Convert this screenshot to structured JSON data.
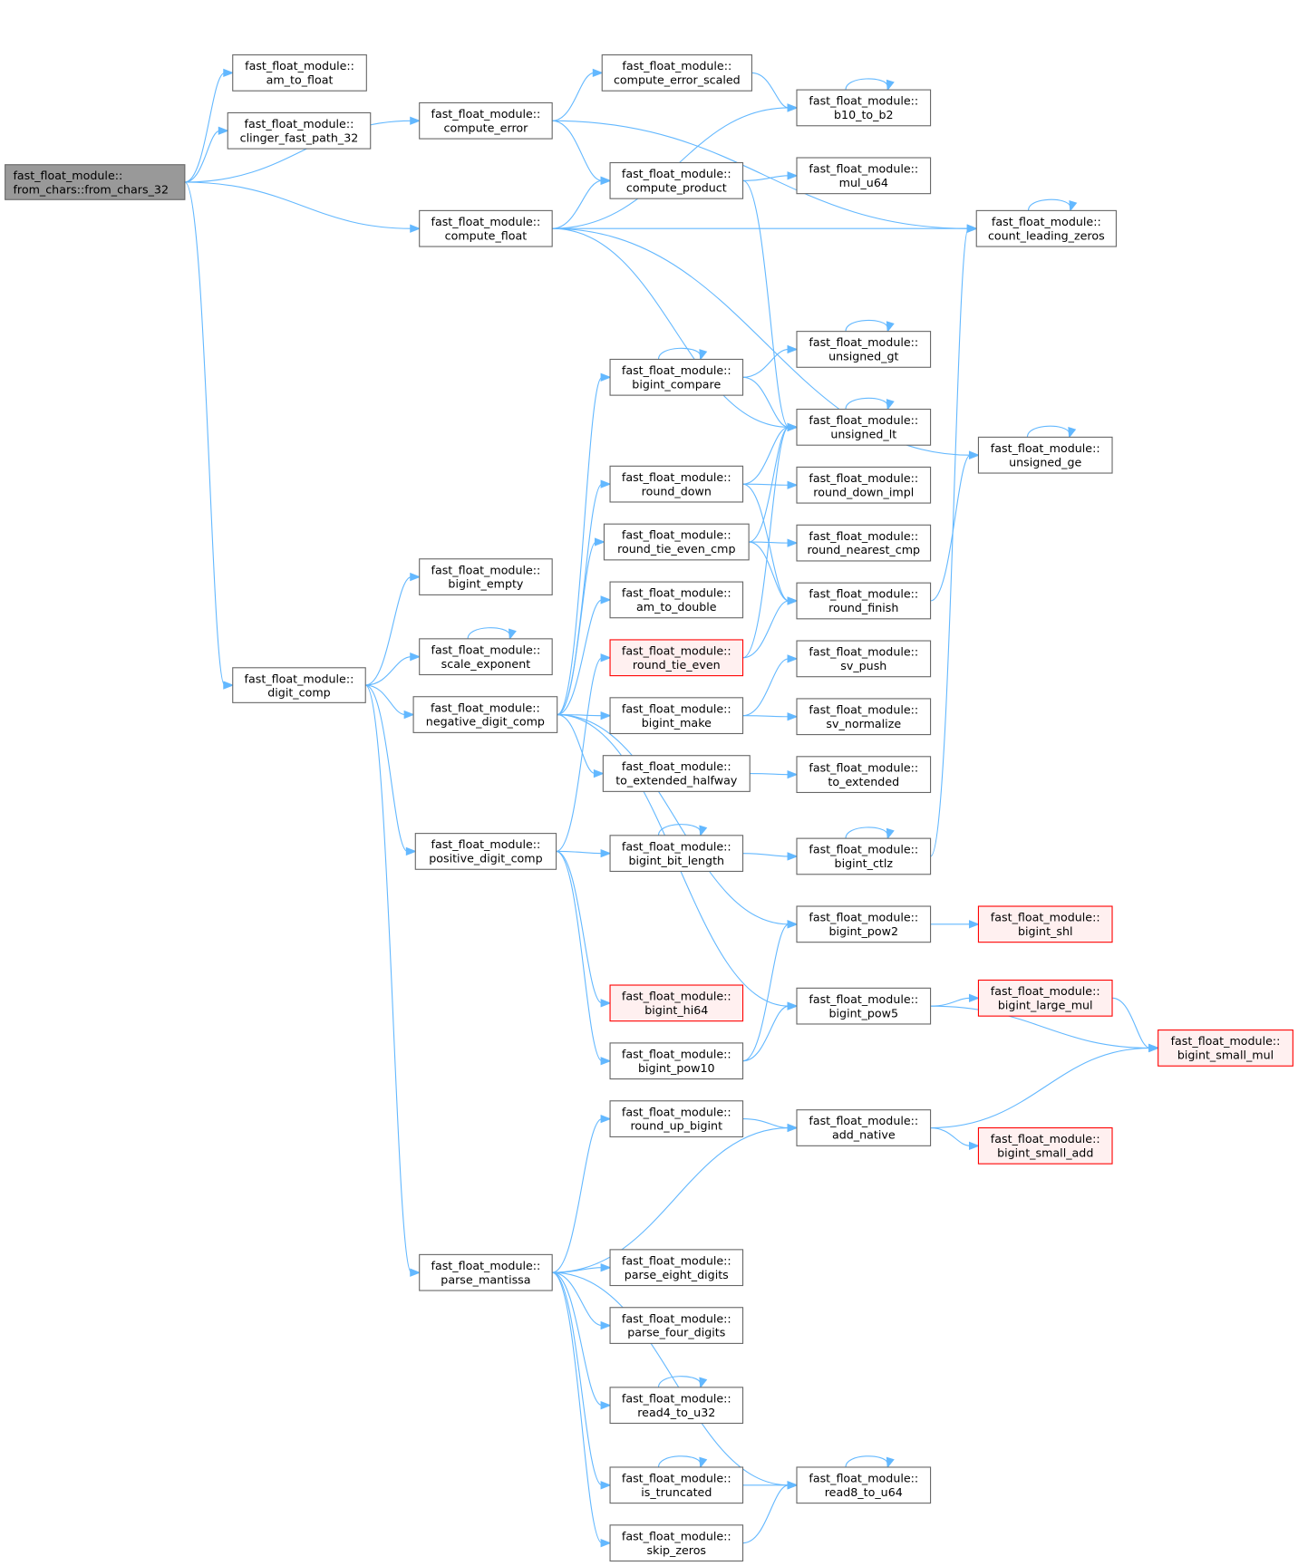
{
  "colors": {
    "edge": "#63b8ff",
    "root_fill": "#999999",
    "node_border": "#666666",
    "highlight_border": "#ff0000",
    "highlight_fill": "#fff0f0"
  },
  "nodes": [
    {
      "id": "from_chars_32",
      "l1": "fast_float_module::",
      "l2": "from_chars::from_chars_32",
      "style": "root"
    },
    {
      "id": "am_to_float",
      "l1": "fast_float_module::",
      "l2": "am_to_float"
    },
    {
      "id": "clinger_fast_path_32",
      "l1": "fast_float_module::",
      "l2": "clinger_fast_path_32"
    },
    {
      "id": "digit_comp",
      "l1": "fast_float_module::",
      "l2": "digit_comp"
    },
    {
      "id": "compute_error",
      "l1": "fast_float_module::",
      "l2": "compute_error"
    },
    {
      "id": "compute_float",
      "l1": "fast_float_module::",
      "l2": "compute_float"
    },
    {
      "id": "bigint_empty",
      "l1": "fast_float_module::",
      "l2": "bigint_empty"
    },
    {
      "id": "scale_exponent",
      "l1": "fast_float_module::",
      "l2": "scale_exponent"
    },
    {
      "id": "negative_digit_comp",
      "l1": "fast_float_module::",
      "l2": "negative_digit_comp"
    },
    {
      "id": "positive_digit_comp",
      "l1": "fast_float_module::",
      "l2": "positive_digit_comp"
    },
    {
      "id": "parse_mantissa",
      "l1": "fast_float_module::",
      "l2": "parse_mantissa"
    },
    {
      "id": "compute_error_scaled",
      "l1": "fast_float_module::",
      "l2": "compute_error_scaled"
    },
    {
      "id": "compute_product",
      "l1": "fast_float_module::",
      "l2": "compute_product"
    },
    {
      "id": "bigint_compare",
      "l1": "fast_float_module::",
      "l2": "bigint_compare"
    },
    {
      "id": "round_down",
      "l1": "fast_float_module::",
      "l2": "round_down"
    },
    {
      "id": "round_tie_even_cmp",
      "l1": "fast_float_module::",
      "l2": "round_tie_even_cmp"
    },
    {
      "id": "am_to_double",
      "l1": "fast_float_module::",
      "l2": "am_to_double"
    },
    {
      "id": "round_tie_even",
      "l1": "fast_float_module::",
      "l2": "round_tie_even",
      "style": "red"
    },
    {
      "id": "bigint_make",
      "l1": "fast_float_module::",
      "l2": "bigint_make"
    },
    {
      "id": "to_extended_halfway",
      "l1": "fast_float_module::",
      "l2": "to_extended_halfway"
    },
    {
      "id": "bigint_bit_length",
      "l1": "fast_float_module::",
      "l2": "bigint_bit_length"
    },
    {
      "id": "bigint_hi64",
      "l1": "fast_float_module::",
      "l2": "bigint_hi64",
      "style": "red"
    },
    {
      "id": "bigint_pow10",
      "l1": "fast_float_module::",
      "l2": "bigint_pow10"
    },
    {
      "id": "round_up_bigint",
      "l1": "fast_float_module::",
      "l2": "round_up_bigint"
    },
    {
      "id": "parse_eight_digits",
      "l1": "fast_float_module::",
      "l2": "parse_eight_digits"
    },
    {
      "id": "parse_four_digits",
      "l1": "fast_float_module::",
      "l2": "parse_four_digits"
    },
    {
      "id": "read4_to_u32",
      "l1": "fast_float_module::",
      "l2": "read4_to_u32"
    },
    {
      "id": "is_truncated",
      "l1": "fast_float_module::",
      "l2": "is_truncated"
    },
    {
      "id": "skip_zeros",
      "l1": "fast_float_module::",
      "l2": "skip_zeros"
    },
    {
      "id": "b10_to_b2",
      "l1": "fast_float_module::",
      "l2": "b10_to_b2"
    },
    {
      "id": "mul_u64",
      "l1": "fast_float_module::",
      "l2": "mul_u64"
    },
    {
      "id": "unsigned_gt",
      "l1": "fast_float_module::",
      "l2": "unsigned_gt"
    },
    {
      "id": "unsigned_lt",
      "l1": "fast_float_module::",
      "l2": "unsigned_lt"
    },
    {
      "id": "round_down_impl",
      "l1": "fast_float_module::",
      "l2": "round_down_impl"
    },
    {
      "id": "round_nearest_cmp",
      "l1": "fast_float_module::",
      "l2": "round_nearest_cmp"
    },
    {
      "id": "round_finish",
      "l1": "fast_float_module::",
      "l2": "round_finish"
    },
    {
      "id": "sv_push",
      "l1": "fast_float_module::",
      "l2": "sv_push"
    },
    {
      "id": "sv_normalize",
      "l1": "fast_float_module::",
      "l2": "sv_normalize"
    },
    {
      "id": "to_extended",
      "l1": "fast_float_module::",
      "l2": "to_extended"
    },
    {
      "id": "bigint_ctlz",
      "l1": "fast_float_module::",
      "l2": "bigint_ctlz"
    },
    {
      "id": "bigint_pow2",
      "l1": "fast_float_module::",
      "l2": "bigint_pow2"
    },
    {
      "id": "bigint_pow5",
      "l1": "fast_float_module::",
      "l2": "bigint_pow5"
    },
    {
      "id": "add_native",
      "l1": "fast_float_module::",
      "l2": "add_native"
    },
    {
      "id": "read8_to_u64",
      "l1": "fast_float_module::",
      "l2": "read8_to_u64"
    },
    {
      "id": "count_leading_zeros",
      "l1": "fast_float_module::",
      "l2": "count_leading_zeros"
    },
    {
      "id": "unsigned_ge",
      "l1": "fast_float_module::",
      "l2": "unsigned_ge"
    },
    {
      "id": "bigint_shl",
      "l1": "fast_float_module::",
      "l2": "bigint_shl",
      "style": "red"
    },
    {
      "id": "bigint_large_mul",
      "l1": "fast_float_module::",
      "l2": "bigint_large_mul",
      "style": "red"
    },
    {
      "id": "bigint_small_add",
      "l1": "fast_float_module::",
      "l2": "bigint_small_add",
      "style": "red"
    },
    {
      "id": "bigint_small_mul",
      "l1": "fast_float_module::",
      "l2": "bigint_small_mul",
      "style": "red"
    }
  ],
  "edges": [
    [
      "from_chars_32",
      "am_to_float"
    ],
    [
      "from_chars_32",
      "clinger_fast_path_32"
    ],
    [
      "from_chars_32",
      "compute_error"
    ],
    [
      "from_chars_32",
      "compute_float"
    ],
    [
      "from_chars_32",
      "digit_comp"
    ],
    [
      "compute_error",
      "compute_error_scaled"
    ],
    [
      "compute_error",
      "compute_product"
    ],
    [
      "compute_error",
      "count_leading_zeros"
    ],
    [
      "compute_error_scaled",
      "b10_to_b2"
    ],
    [
      "compute_float",
      "compute_product"
    ],
    [
      "compute_float",
      "b10_to_b2"
    ],
    [
      "compute_float",
      "count_leading_zeros"
    ],
    [
      "compute_float",
      "unsigned_ge"
    ],
    [
      "compute_float",
      "unsigned_lt"
    ],
    [
      "compute_product",
      "mul_u64"
    ],
    [
      "compute_product",
      "unsigned_lt"
    ],
    [
      "count_leading_zeros",
      "count_leading_zeros"
    ],
    [
      "b10_to_b2",
      "b10_to_b2"
    ],
    [
      "digit_comp",
      "bigint_empty"
    ],
    [
      "digit_comp",
      "scale_exponent"
    ],
    [
      "digit_comp",
      "negative_digit_comp"
    ],
    [
      "digit_comp",
      "positive_digit_comp"
    ],
    [
      "digit_comp",
      "parse_mantissa"
    ],
    [
      "scale_exponent",
      "scale_exponent"
    ],
    [
      "negative_digit_comp",
      "bigint_compare"
    ],
    [
      "negative_digit_comp",
      "round_down"
    ],
    [
      "negative_digit_comp",
      "round_tie_even_cmp"
    ],
    [
      "negative_digit_comp",
      "am_to_double"
    ],
    [
      "negative_digit_comp",
      "bigint_make"
    ],
    [
      "negative_digit_comp",
      "to_extended_halfway"
    ],
    [
      "negative_digit_comp",
      "bigint_pow2"
    ],
    [
      "negative_digit_comp",
      "bigint_pow5"
    ],
    [
      "bigint_compare",
      "bigint_compare"
    ],
    [
      "bigint_compare",
      "unsigned_gt"
    ],
    [
      "bigint_compare",
      "unsigned_lt"
    ],
    [
      "unsigned_gt",
      "unsigned_gt"
    ],
    [
      "unsigned_lt",
      "unsigned_lt"
    ],
    [
      "unsigned_ge",
      "unsigned_ge"
    ],
    [
      "round_down",
      "unsigned_lt"
    ],
    [
      "round_down",
      "round_down_impl"
    ],
    [
      "round_down",
      "round_finish"
    ],
    [
      "round_tie_even_cmp",
      "unsigned_lt"
    ],
    [
      "round_tie_even_cmp",
      "round_nearest_cmp"
    ],
    [
      "round_tie_even_cmp",
      "round_finish"
    ],
    [
      "round_tie_even",
      "unsigned_lt"
    ],
    [
      "round_tie_even",
      "round_finish"
    ],
    [
      "round_finish",
      "unsigned_ge"
    ],
    [
      "bigint_make",
      "sv_push"
    ],
    [
      "bigint_make",
      "sv_normalize"
    ],
    [
      "to_extended_halfway",
      "to_extended"
    ],
    [
      "positive_digit_comp",
      "round_tie_even"
    ],
    [
      "positive_digit_comp",
      "bigint_bit_length"
    ],
    [
      "positive_digit_comp",
      "bigint_hi64"
    ],
    [
      "positive_digit_comp",
      "bigint_pow10"
    ],
    [
      "bigint_bit_length",
      "bigint_bit_length"
    ],
    [
      "bigint_bit_length",
      "bigint_ctlz"
    ],
    [
      "bigint_ctlz",
      "bigint_ctlz"
    ],
    [
      "bigint_ctlz",
      "count_leading_zeros"
    ],
    [
      "bigint_pow2",
      "bigint_shl"
    ],
    [
      "bigint_pow10",
      "bigint_pow2"
    ],
    [
      "bigint_pow10",
      "bigint_pow5"
    ],
    [
      "bigint_pow5",
      "bigint_large_mul"
    ],
    [
      "bigint_pow5",
      "bigint_small_mul"
    ],
    [
      "bigint_large_mul",
      "bigint_small_mul"
    ],
    [
      "round_up_bigint",
      "add_native"
    ],
    [
      "add_native",
      "bigint_small_mul"
    ],
    [
      "add_native",
      "bigint_small_add"
    ],
    [
      "parse_mantissa",
      "round_up_bigint"
    ],
    [
      "parse_mantissa",
      "add_native"
    ],
    [
      "parse_mantissa",
      "read8_to_u64"
    ],
    [
      "parse_mantissa",
      "parse_eight_digits"
    ],
    [
      "parse_mantissa",
      "parse_four_digits"
    ],
    [
      "parse_mantissa",
      "read4_to_u32"
    ],
    [
      "parse_mantissa",
      "is_truncated"
    ],
    [
      "parse_mantissa",
      "skip_zeros"
    ],
    [
      "read4_to_u32",
      "read4_to_u32"
    ],
    [
      "is_truncated",
      "is_truncated"
    ],
    [
      "is_truncated",
      "read8_to_u64"
    ],
    [
      "read8_to_u64",
      "read8_to_u64"
    ],
    [
      "skip_zeros",
      "read8_to_u64"
    ]
  ]
}
